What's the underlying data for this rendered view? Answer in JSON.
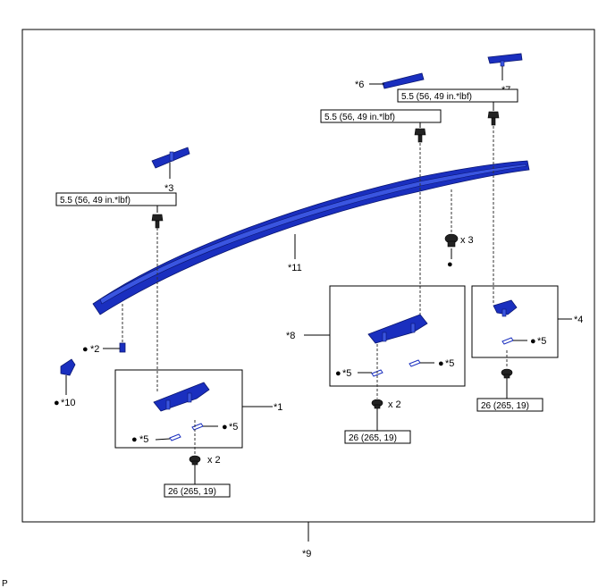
{
  "labels": {
    "p1": "*1",
    "p2": "*2",
    "p3": "*3",
    "p4": "*4",
    "p5": "*5",
    "p6": "*6",
    "p7": "*7",
    "p8": "*8",
    "p9": "*9",
    "p10": "*10",
    "p11": "*11"
  },
  "bullet": "●",
  "torque": {
    "small": "5.5 (56, 49 in.*lbf)",
    "large": "26 (265, 19)"
  },
  "quantities": {
    "x2": "x 2",
    "x3": "x 3"
  },
  "corner_mark": "P",
  "colors": {
    "part_blue": "#1a2fbf",
    "line": "#000000"
  }
}
